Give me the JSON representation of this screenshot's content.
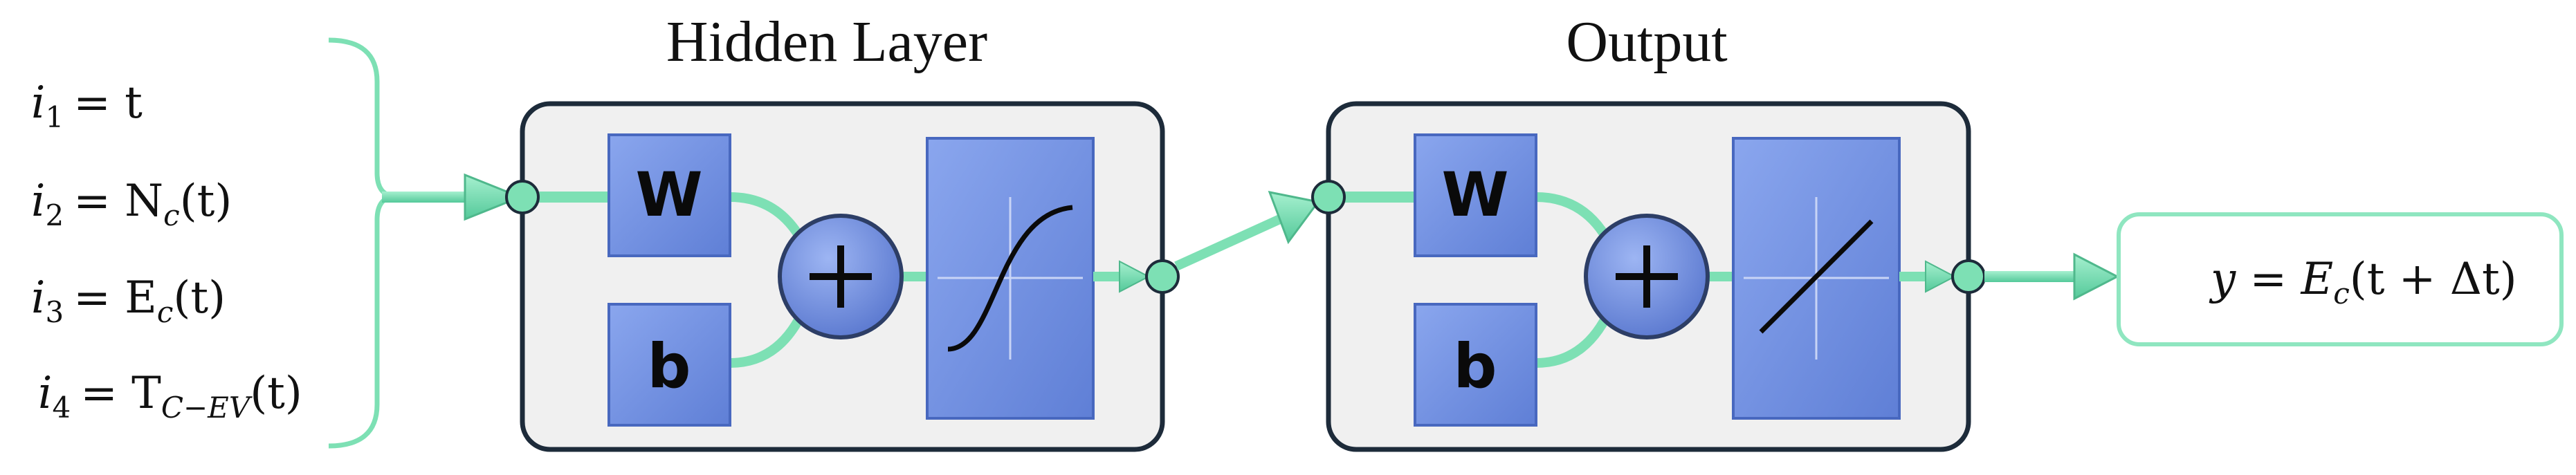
{
  "diagram": {
    "inputs": [
      {
        "lhs": "i",
        "sub": "1",
        "rhs": "= t"
      },
      {
        "lhs": "i",
        "sub": "2",
        "rhs": "= N",
        "rhs_sub": "c",
        "rhs_tail": "(t)"
      },
      {
        "lhs": "i",
        "sub": "3",
        "rhs": "= E",
        "rhs_sub": "c",
        "rhs_tail": "(t)"
      },
      {
        "lhs": "i",
        "sub": "4",
        "rhs": "= T",
        "rhs_sub": "C−EV",
        "rhs_tail": "(t)"
      }
    ],
    "hidden_layer": {
      "title": "Hidden Layer",
      "weight_label": "W",
      "bias_label": "b"
    },
    "output_layer": {
      "title": "Output",
      "weight_label": "W",
      "bias_label": "b"
    },
    "output": {
      "lhs": "y = E",
      "sub": "c",
      "tail": "(t + Δt)"
    },
    "colors": {
      "accent": "#7de0b4",
      "block_blue": "#6f8fe0",
      "frame": "#1d2b3a",
      "panel": "#f0f0f0"
    }
  }
}
